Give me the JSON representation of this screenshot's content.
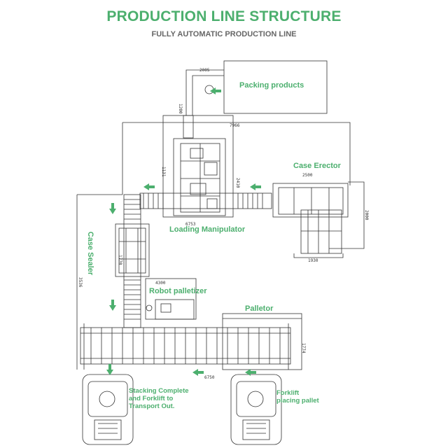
{
  "header": {
    "title": "PRODUCTION LINE STRUCTURE",
    "subtitle": "FULLY AUTOMATIC PRODUCTION LINE"
  },
  "labels": {
    "packing_products": "Packing products",
    "case_erector": "Case Erector",
    "loading_manipulator": "Loading Manipulator",
    "case_sealer": "Case Sealer",
    "robot_palletizer": "Robot palletizer",
    "palletor": "Palletor",
    "stacking_complete": "Stacking Complete and Forklift to Transport Out.",
    "forklift_placing": "Forklift placing pallet"
  },
  "dimensions": {
    "d1": "2005",
    "d2": "1200",
    "d3": "7966",
    "d4": "1131",
    "d5": "2410",
    "d6": "2500",
    "d7": "6753",
    "d8": "2000",
    "d9": "1930",
    "d10": "1770",
    "d11": "3536",
    "d12": "4300",
    "d13": "1774",
    "d14": "6750"
  },
  "colors": {
    "accent": "#4caf6e",
    "line": "#333333"
  }
}
